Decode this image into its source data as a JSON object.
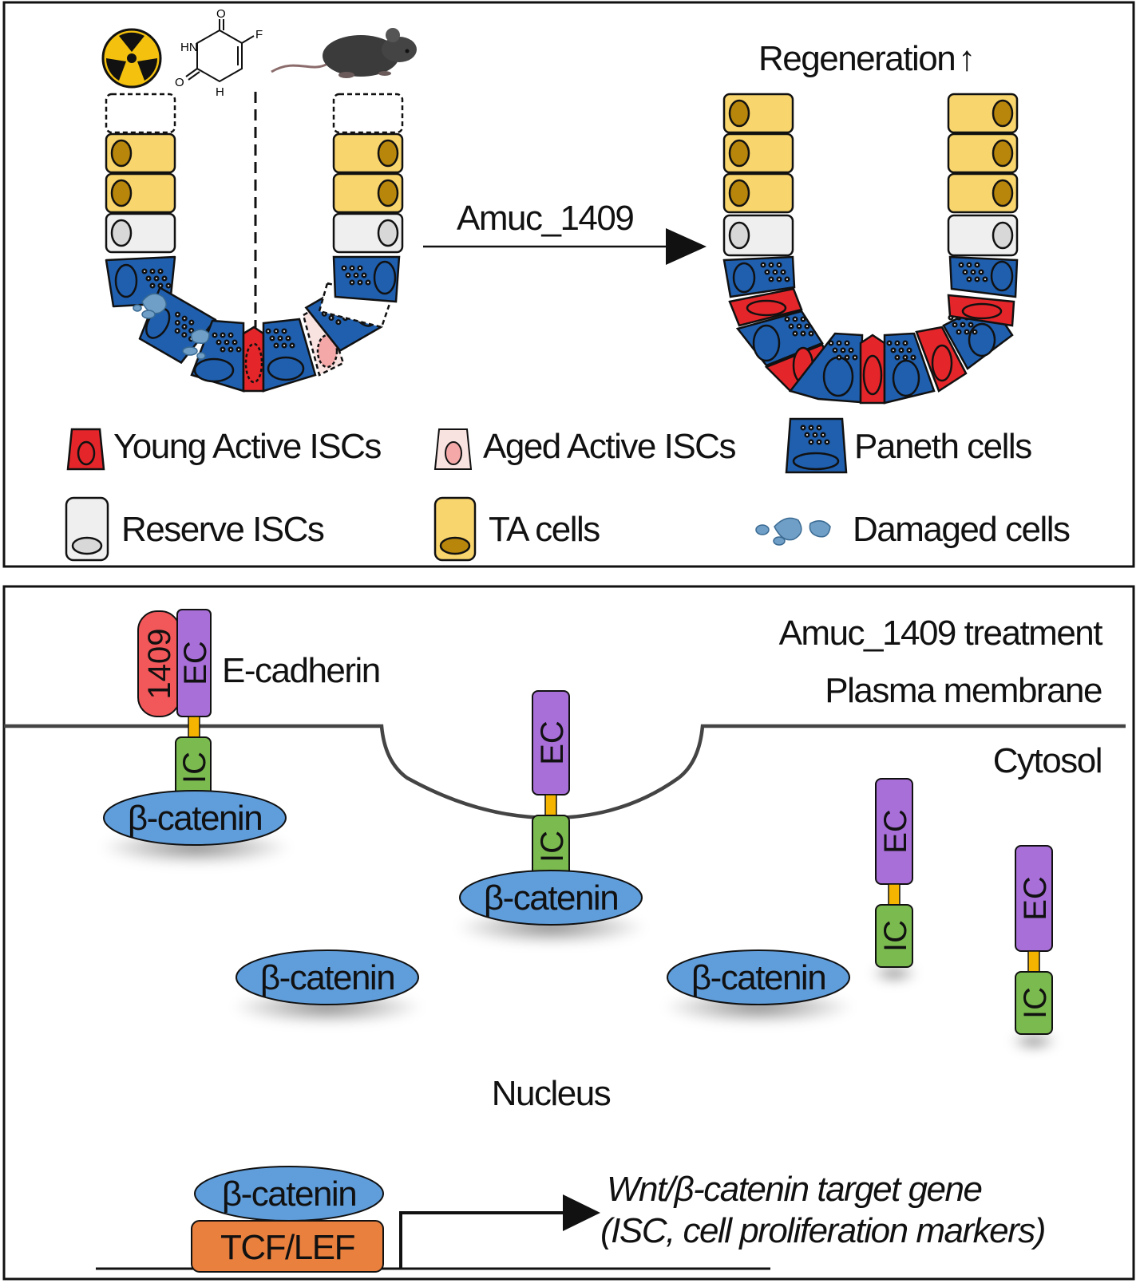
{
  "top_panel": {
    "treatment_label": "Amuc_1409",
    "outcome_label": "Regeneration",
    "outcome_arrow": "↑",
    "legend": {
      "young_active": "Young Active ISCs",
      "aged_active": "Aged Active ISCs",
      "paneth": "Paneth cells",
      "reserve": "Reserve ISCs",
      "ta": "TA cells",
      "damaged": "Damaged cells"
    },
    "fluorouracil_atoms": {
      "o_top": "O",
      "f": "F",
      "hn": "HN",
      "o_left": "O",
      "h": "H"
    },
    "icons": [
      "radiation-icon",
      "fluorouracil-structure-icon",
      "mouse-icon"
    ]
  },
  "bottom_panel": {
    "treatment": "Amuc_1409 treatment",
    "membrane": "Plasma membrane",
    "cytosol": "Cytosol",
    "nucleus": "Nucleus",
    "ecadherin": "E-cadherin",
    "amuc_domain": "1409",
    "ec": "EC",
    "ic": "IC",
    "beta_catenin": "β-catenin",
    "tcf_lef": "TCF/LEF",
    "target_gene_line1": "Wnt/β-catenin target gene",
    "target_gene_line2": "(ISC,  cell proliferation markers)"
  },
  "colors": {
    "ta_cell": "#f9d56e",
    "ta_nucleus": "#b8860b",
    "reserve_cell": "#efefef",
    "paneth_cell": "#1f5fae",
    "young_isc": "#e4262a",
    "aged_isc": "#f9e3e1",
    "damaged": "#6f9fc6",
    "beta_catenin": "#5f9ddb",
    "ec_domain": "#a86fd8",
    "ic_domain": "#7bba4f",
    "amuc_domain": "#f2585a",
    "tcf_lef": "#e9803e",
    "linker": "#f4b400"
  }
}
